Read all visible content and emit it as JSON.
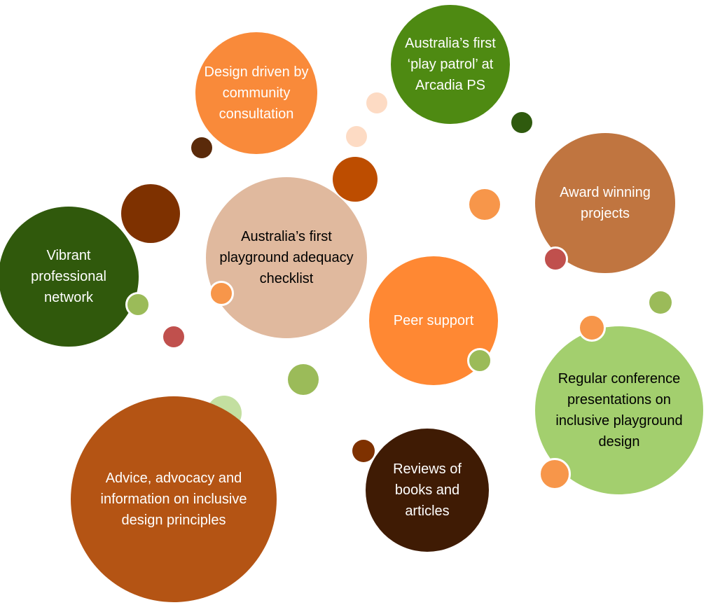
{
  "bubbles": [
    {
      "label": "Design driven by community consultation",
      "color": "#F98A3A"
    },
    {
      "label": "Australia’s first ‘play patrol’ at Arcadia PS",
      "color": "#4E8A12"
    },
    {
      "label": "Award winning projects",
      "color": "#C07540"
    },
    {
      "label": "Vibrant professional network",
      "color": "#30590C"
    },
    {
      "label": "Australia’s first playground adequacy checklist",
      "color": "#E0B99E"
    },
    {
      "label": "Peer support",
      "color": "#FF8833"
    },
    {
      "label": "Regular conference presentations on inclusive playground design",
      "color": "#A3CF6E"
    },
    {
      "label": "Reviews of books and articles",
      "color": "#3F1B04"
    },
    {
      "label": "Advice, advocacy and information on inclusive design principles",
      "color": "#B45414"
    }
  ]
}
